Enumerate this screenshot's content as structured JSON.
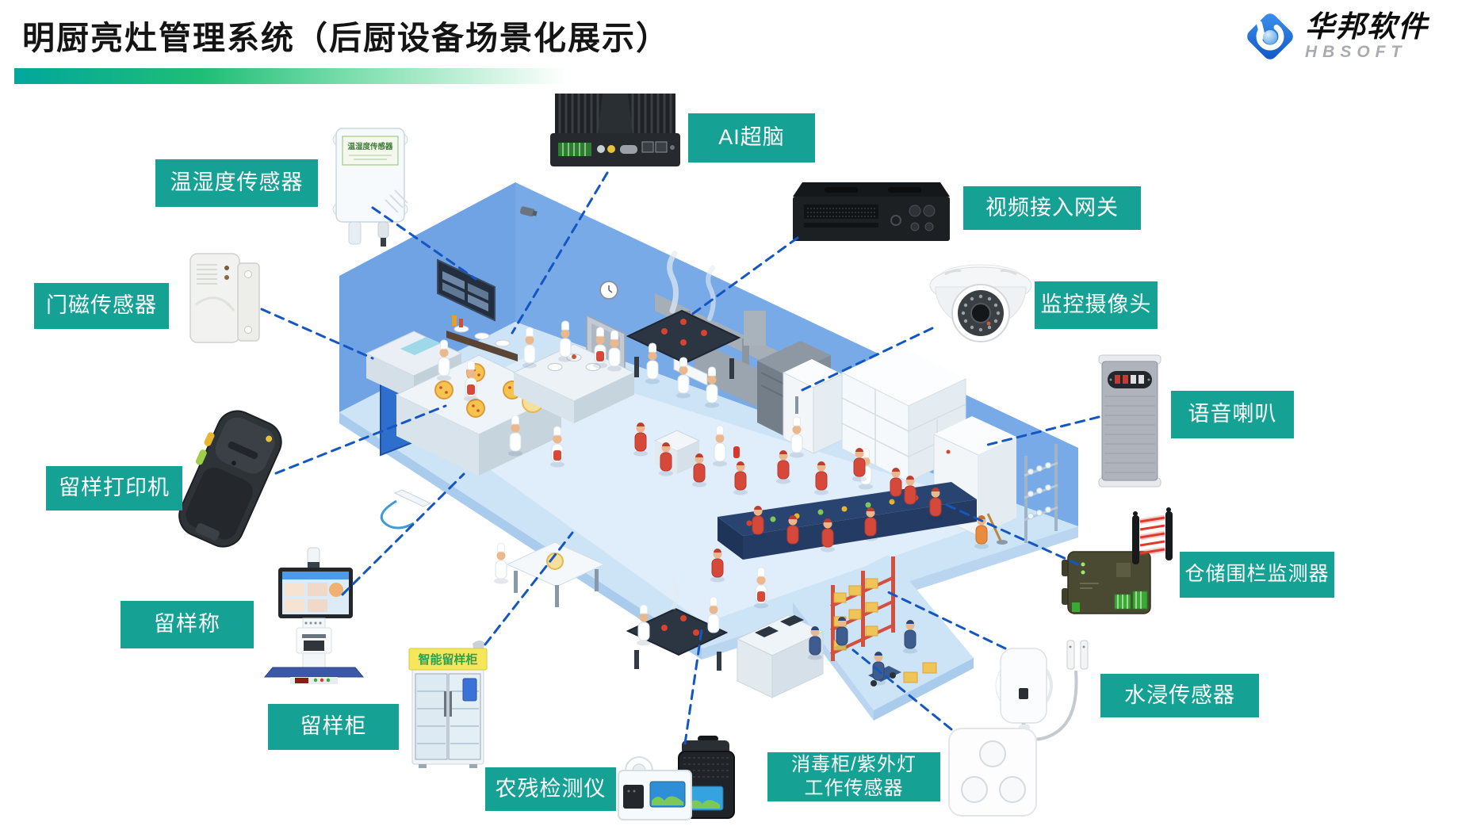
{
  "header": {
    "title": "明厨亮灶管理系统（后厨设备场景化展示）",
    "logo": {
      "cn": "华邦软件",
      "en": "HBSOFT"
    }
  },
  "device_labels": {
    "temp_humidity": "温湿度传感器",
    "door_magnet": "门磁传感器",
    "sample_printer": "留样打印机",
    "sample_scale": "留样称",
    "sample_cabinet": "留样柜",
    "pesticide_detector": "农残检测仪",
    "uv_work_sensor": "消毒柜/紫外灯\n工作传感器",
    "ai_brain": "AI超脑",
    "video_gateway": "视频接入网关",
    "camera": "监控摄像头",
    "speaker": "语音喇叭",
    "fence_monitor": "仓储围栏监测器",
    "water_sensor": "水浸传感器"
  },
  "device_face_text": {
    "temp_sensor_panel": "温湿度传感器",
    "cabinet_sign": "智能留样柜"
  },
  "colors": {
    "label_bg": "#16A195",
    "connector_blue": "#1456C2",
    "accent_start": "#01A79B",
    "accent_mid": "#1FBE77",
    "logo_blue": "#1E72DB",
    "wall_blue": "#6FA3E4",
    "floor_blue": "#CDE4F7"
  }
}
